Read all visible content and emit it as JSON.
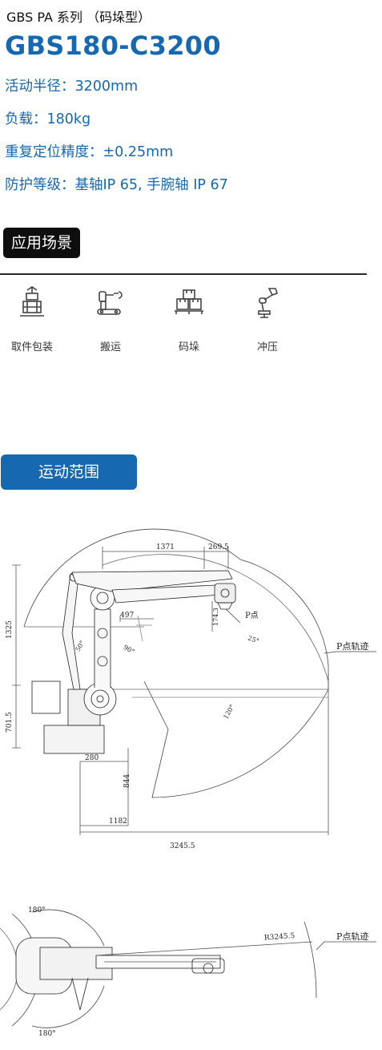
{
  "header": {
    "series": "GBS PA 系列 （码垛型）",
    "model": "GBS180-C3200"
  },
  "specs": [
    "活动半径：3200mm",
    "负载：180kg",
    "重复定位精度：±0.25mm",
    "防护等级：基轴IP 65, 手腕轴 IP 67"
  ],
  "applications": {
    "title": "应用场景",
    "items": [
      {
        "label": "取件包装",
        "icon": "pick-pack-icon"
      },
      {
        "label": "搬运",
        "icon": "handling-icon"
      },
      {
        "label": "码垛",
        "icon": "palletizing-icon"
      },
      {
        "label": "冲压",
        "icon": "stamping-icon"
      }
    ]
  },
  "motion_range": {
    "title": "运动范围",
    "side_view": {
      "dims": {
        "top_1": "1371",
        "top_2": "269.5",
        "d_497": "497",
        "d_174": "174.3",
        "left_1": "1325",
        "left_2": "701.5",
        "d_280": "280",
        "d_844": "844",
        "d_1182": "1182",
        "d_total": "3245.5",
        "ang_50": "50°",
        "ang_90": "90°",
        "ang_25": "25°",
        "ang_120": "120°"
      },
      "p_point": "P点",
      "trajectory": "P点轨迹"
    },
    "top_view": {
      "ang_top": "180°",
      "ang_bottom": "180°",
      "radius": "R3245.5",
      "trajectory": "P点轨迹"
    }
  }
}
